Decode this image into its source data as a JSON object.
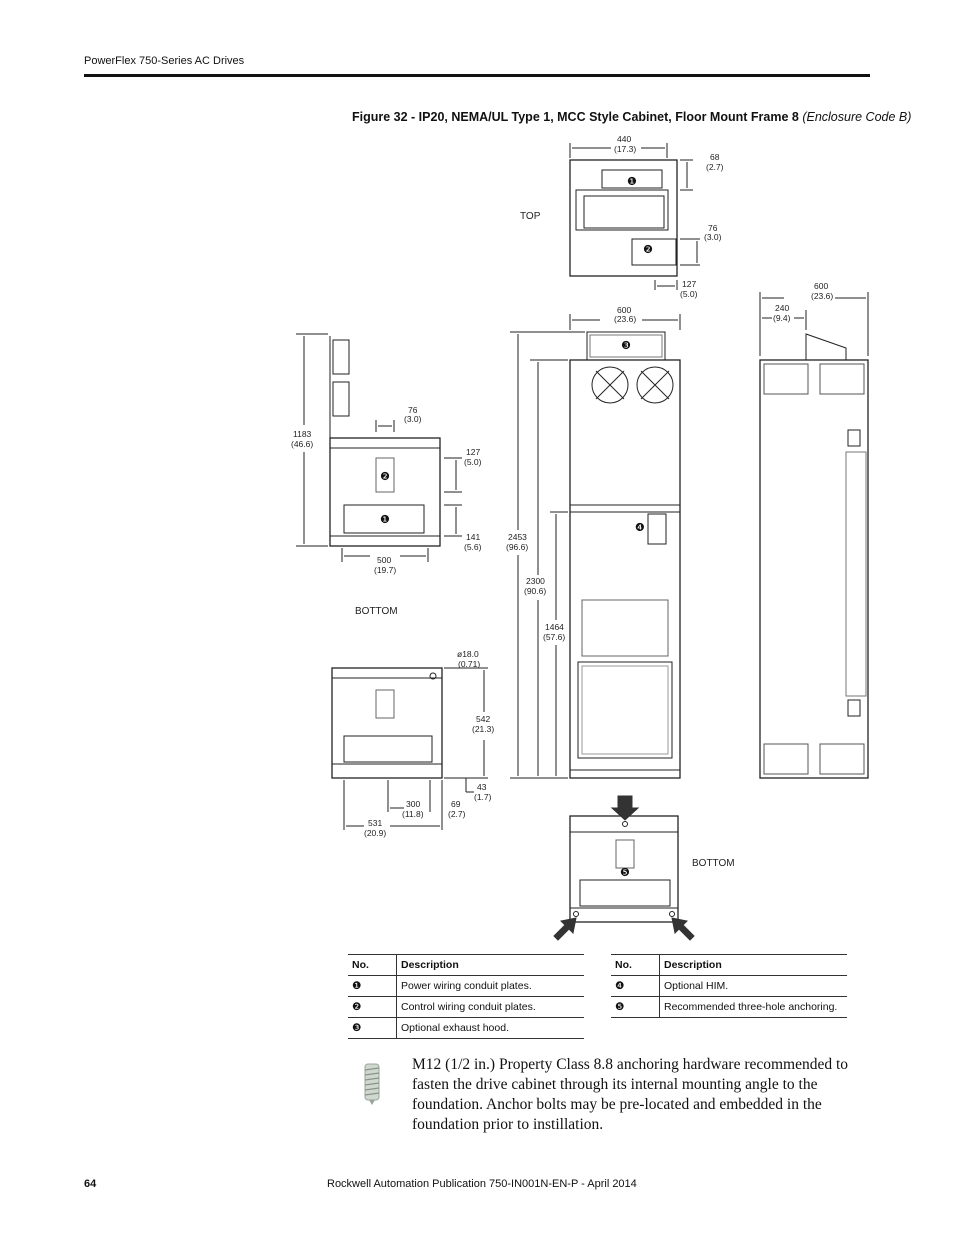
{
  "header": {
    "doc_title": "PowerFlex 750-Series AC Drives"
  },
  "figure": {
    "title": "Figure 32 - IP20, NEMA/UL Type 1, MCC Style Cabinet, Floor Mount Frame 8",
    "title_suffix": "(Enclosure Code B)",
    "views": {
      "top": "TOP",
      "bottom_left": "BOTTOM",
      "bottom_right": "BOTTOM"
    },
    "dims": {
      "top_440": "440",
      "top_440_in": "(17.3)",
      "top_68": "68",
      "top_68_in": "(2.7)",
      "top_76": "76",
      "top_76_in": "(3.0)",
      "top_127": "127",
      "top_127_in": "(5.0)",
      "front_600": "600",
      "front_600_in": "(23.6)",
      "side_600": "600",
      "side_600_in": "(23.6)",
      "side_240": "240",
      "side_240_in": "(9.4)",
      "h_2453": "2453",
      "h_2453_in": "(96.6)",
      "h_2300": "2300",
      "h_2300_in": "(90.6)",
      "h_1464": "1464",
      "h_1464_in": "(57.6)",
      "l_1183": "1183",
      "l_1183_in": "(46.6)",
      "l_76": "76",
      "l_76_in": "(3.0)",
      "l_127": "127",
      "l_127_in": "(5.0)",
      "l_141": "141",
      "l_141_in": "(5.6)",
      "l_500": "500",
      "l_500_in": "(19.7)",
      "b_18": "ø18.0",
      "b_18_in": "(0.71)",
      "b_542": "542",
      "b_542_in": "(21.3)",
      "b_43": "43",
      "b_43_in": "(1.7)",
      "b_300": "300",
      "b_300_in": "(11.8)",
      "b_69": "69",
      "b_69_in": "(2.7)",
      "b_531": "531",
      "b_531_in": "(20.9)"
    },
    "callouts": [
      "❶",
      "❷",
      "❸",
      "❹",
      "❺"
    ]
  },
  "legend_left": {
    "headers": [
      "No.",
      "Description"
    ],
    "rows": [
      {
        "no": "❶",
        "desc": "Power wiring conduit plates."
      },
      {
        "no": "❷",
        "desc": "Control wiring conduit plates."
      },
      {
        "no": "❸",
        "desc": "Optional exhaust hood."
      }
    ]
  },
  "legend_right": {
    "headers": [
      "No.",
      "Description"
    ],
    "rows": [
      {
        "no": "❹",
        "desc": "Optional HIM."
      },
      {
        "no": "❺",
        "desc": "Recommended three-hole anchoring."
      }
    ]
  },
  "note": {
    "text": "M12 (1/2 in.) Property Class 8.8 anchoring hardware recommended to fasten the drive cabinet through its internal mounting angle to the foundation. Anchor bolts may be pre-located and embedded in the foundation prior to instillation."
  },
  "footer": {
    "page_number": "64",
    "publication": "Rockwell Automation Publication 750-IN001N-EN-P - April 2014"
  }
}
